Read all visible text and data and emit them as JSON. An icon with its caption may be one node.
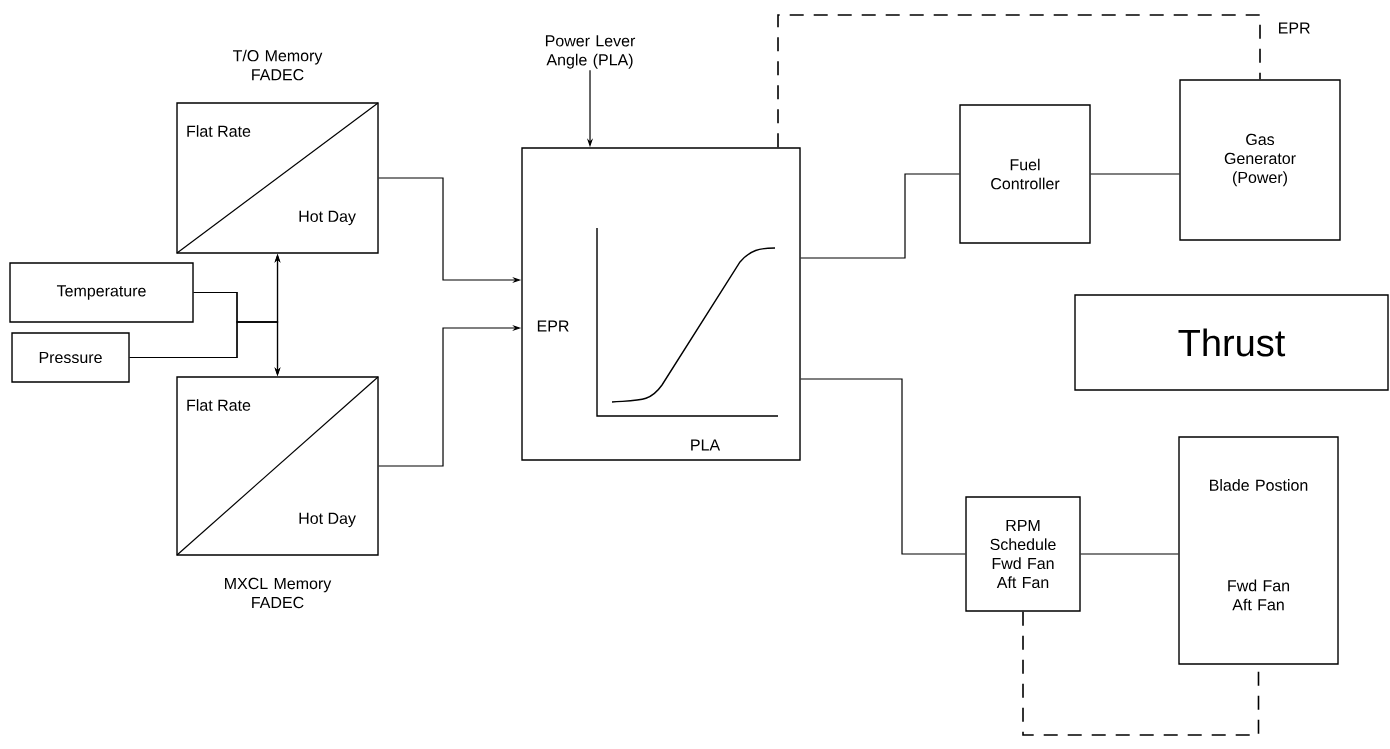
{
  "diagram": {
    "nodes": [
      {
        "text": [
          "T/O Memory FADEC",
          "Flat Rate",
          "Hot Day"
        ]
      },
      {
        "text": [
          "Temperature"
        ]
      },
      {
        "text": [
          "Pressure"
        ]
      },
      {
        "text": [
          "Flat Rate",
          "Hot Day",
          "MXCL Memory FADEC"
        ]
      },
      {
        "text": [
          "Power Lever Angle (PLA)"
        ]
      },
      {
        "text": [
          "EPR",
          "PLA"
        ]
      },
      {
        "text": [
          "Fuel Controller"
        ]
      },
      {
        "text": [
          "Gas Generator (Power)"
        ]
      },
      {
        "text": [
          "Thrust"
        ]
      },
      {
        "text": [
          "RPM Schedule Fwd Fan Aft Fan"
        ]
      },
      {
        "text": [
          "Blade Postion",
          "Fwd Fan Aft Fan"
        ]
      }
    ],
    "edges": [
      {
        "from": 1,
        "to": 0,
        "arrow": "to"
      },
      {
        "from": 1,
        "to": 3,
        "arrow": "to"
      },
      {
        "from": 2,
        "to": 0,
        "arrow": "to"
      },
      {
        "from": 2,
        "to": 3,
        "arrow": "to"
      },
      {
        "from": 0,
        "to": 5,
        "arrow": "to"
      },
      {
        "from": 3,
        "to": 5,
        "arrow": "to"
      },
      {
        "from": 4,
        "to": 5,
        "arrow": "to"
      },
      {
        "from": 5,
        "to": 6,
        "arrow": "none"
      },
      {
        "from": 6,
        "to": 7,
        "arrow": "none"
      },
      {
        "from": 5,
        "to": 9,
        "arrow": "none"
      },
      {
        "from": 9,
        "to": 10,
        "arrow": "none"
      },
      {
        "from": 5,
        "to": 7,
        "arrow": "none",
        "style": "dashed",
        "label": "EPR"
      },
      {
        "from": 9,
        "to": 10,
        "arrow": "none",
        "style": "dashed"
      }
    ]
  }
}
